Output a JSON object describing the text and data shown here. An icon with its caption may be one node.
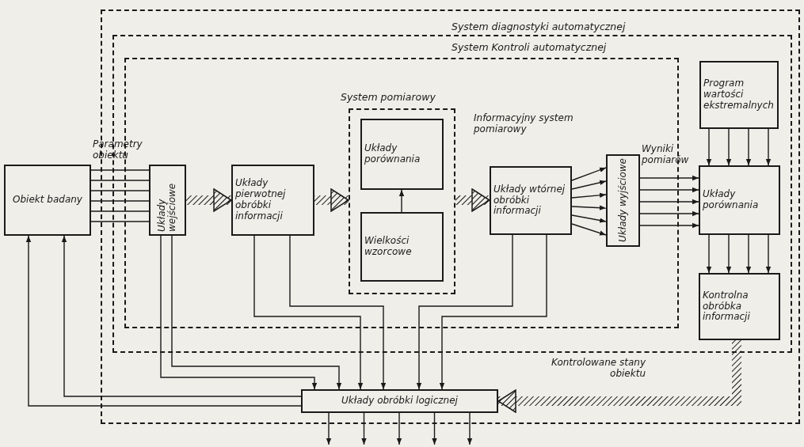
{
  "diagram": {
    "nodes": [
      {
        "text": [
          "System diagnostyki automatycznej"
        ]
      },
      {
        "text": [
          "System Kontroli automatycznej"
        ],
        "in": 0
      },
      {
        "text": [],
        "shape": "box",
        "in": 1
      },
      {
        "text": [
          "System pomiarowy"
        ],
        "in": 2
      },
      {
        "text": [
          "Obiekt badany"
        ]
      },
      {
        "text": [
          "Układy wejściowe"
        ],
        "in": 2
      },
      {
        "text": [
          "Układy pierwotnej obróbki informacji"
        ],
        "in": 2
      },
      {
        "text": [
          "Układy porównania"
        ],
        "in": 3
      },
      {
        "text": [
          "Wielkości wzorcowe"
        ],
        "in": 3
      },
      {
        "text": [
          "Układy wtórnej obróbki informacji"
        ],
        "in": 2
      },
      {
        "text": [
          "Układy wyjściowe"
        ],
        "in": 2
      },
      {
        "text": [
          "Program wartości ekstremalnych"
        ],
        "in": 1
      },
      {
        "text": [
          "Układy porównania"
        ],
        "in": 1
      },
      {
        "text": [
          "Kontrolna obróbka informacji"
        ],
        "in": 1
      },
      {
        "text": [
          "Układy obróbki logicznej"
        ],
        "in": 0
      }
    ],
    "edges": [
      {
        "from": 4,
        "to": 5,
        "arrow": "none"
      },
      {
        "from": 4,
        "to": 5,
        "arrow": "none"
      },
      {
        "from": 4,
        "to": 5,
        "arrow": "none"
      },
      {
        "from": 4,
        "to": 5,
        "arrow": "none"
      },
      {
        "from": 4,
        "to": 5,
        "arrow": "none"
      },
      {
        "from": 4,
        "to": 5,
        "arrow": "none"
      },
      {
        "from": 5,
        "to": 6,
        "arrow": "to",
        "style": "thick"
      },
      {
        "from": 6,
        "to": 3,
        "arrow": "to",
        "style": "thick"
      },
      {
        "from": 3,
        "to": 9,
        "arrow": "to",
        "style": "thick"
      },
      {
        "from": 8,
        "to": 7,
        "arrow": "to"
      },
      {
        "from": 9,
        "to": 10,
        "arrow": "to"
      },
      {
        "from": 9,
        "to": 10,
        "arrow": "to"
      },
      {
        "from": 9,
        "to": 10,
        "arrow": "to"
      },
      {
        "from": 9,
        "to": 10,
        "arrow": "to"
      },
      {
        "from": 9,
        "to": 10,
        "arrow": "to"
      },
      {
        "from": 9,
        "to": 10,
        "arrow": "to"
      },
      {
        "from": 10,
        "to": 12,
        "arrow": "to"
      },
      {
        "from": 10,
        "to": 12,
        "arrow": "to"
      },
      {
        "from": 10,
        "to": 12,
        "arrow": "to"
      },
      {
        "from": 10,
        "to": 12,
        "arrow": "to"
      },
      {
        "from": 10,
        "to": 12,
        "arrow": "to"
      },
      {
        "from": 11,
        "to": 12,
        "arrow": "to"
      },
      {
        "from": 11,
        "to": 12,
        "arrow": "to"
      },
      {
        "from": 11,
        "to": 12,
        "arrow": "to"
      },
      {
        "from": 11,
        "to": 12,
        "arrow": "to"
      },
      {
        "from": 12,
        "to": 13,
        "arrow": "to"
      },
      {
        "from": 12,
        "to": 13,
        "arrow": "to"
      },
      {
        "from": 12,
        "to": 13,
        "arrow": "to"
      },
      {
        "from": 12,
        "to": 13,
        "arrow": "to"
      },
      {
        "from": 13,
        "to": 14,
        "arrow": "to",
        "style": "thick",
        "label": "Kontrolowane stany obiektu"
      },
      {
        "from": 14,
        "to": null,
        "arrow": "to"
      },
      {
        "from": 14,
        "to": null,
        "arrow": "to"
      },
      {
        "from": 14,
        "to": null,
        "arrow": "to"
      },
      {
        "from": 14,
        "to": null,
        "arrow": "to"
      },
      {
        "from": 14,
        "to": null,
        "arrow": "to"
      },
      {
        "from": 14,
        "to": 4,
        "arrow": "to"
      },
      {
        "from": 14,
        "to": 4,
        "arrow": "to"
      },
      {
        "from": 5,
        "to": 14,
        "arrow": "to"
      },
      {
        "from": 5,
        "to": 14,
        "arrow": "to"
      },
      {
        "from": 6,
        "to": 14,
        "arrow": "to"
      },
      {
        "from": 6,
        "to": 14,
        "arrow": "to"
      },
      {
        "from": 9,
        "to": 14,
        "arrow": "to"
      },
      {
        "from": 9,
        "to": 14,
        "arrow": "to"
      }
    ],
    "labels": [
      "Parametry obiektu",
      "Informacyjny system pomiarowy",
      "Wyniki pomiarów"
    ]
  }
}
